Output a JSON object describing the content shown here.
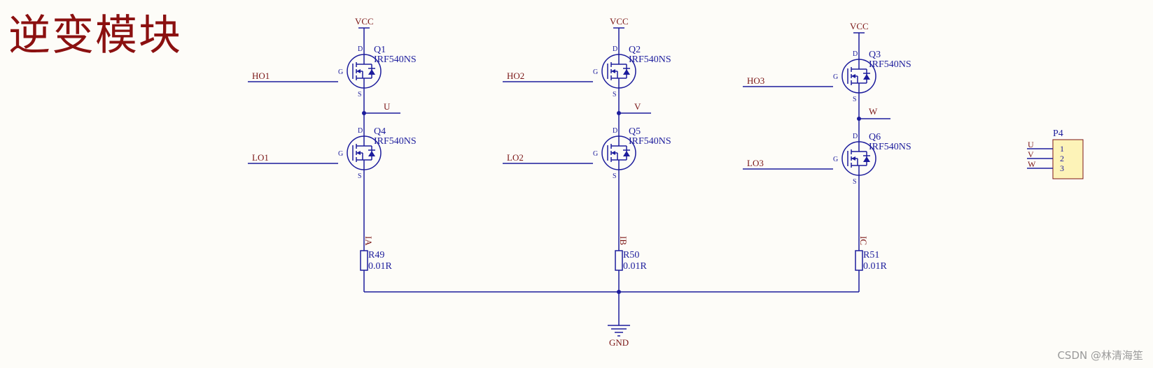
{
  "title": "逆变模块",
  "watermark": "CSDN @林清海笙",
  "power": {
    "vcc": "VCC",
    "gnd": "GND"
  },
  "pins": {
    "d": "D",
    "g": "G",
    "s": "S"
  },
  "mosfets": [
    {
      "ref": "Q1",
      "part": "IRF540NS",
      "gate": "HO1"
    },
    {
      "ref": "Q2",
      "part": "IRF540NS",
      "gate": "HO2"
    },
    {
      "ref": "Q3",
      "part": "IRF540NS",
      "gate": "HO3"
    },
    {
      "ref": "Q4",
      "part": "IRF540NS",
      "gate": "LO1"
    },
    {
      "ref": "Q5",
      "part": "IRF540NS",
      "gate": "LO2"
    },
    {
      "ref": "Q6",
      "part": "IRF540NS",
      "gate": "LO3"
    }
  ],
  "phases": [
    "U",
    "V",
    "W"
  ],
  "currents": [
    "IA",
    "IB",
    "IC"
  ],
  "resistors": [
    {
      "ref": "R49",
      "value": "0.01R"
    },
    {
      "ref": "R50",
      "value": "0.01R"
    },
    {
      "ref": "R51",
      "value": "0.01R"
    }
  ],
  "connector": {
    "ref": "P4",
    "pins": [
      {
        "num": "1",
        "net": "U"
      },
      {
        "num": "2",
        "net": "V"
      },
      {
        "num": "3",
        "net": "W"
      }
    ]
  }
}
